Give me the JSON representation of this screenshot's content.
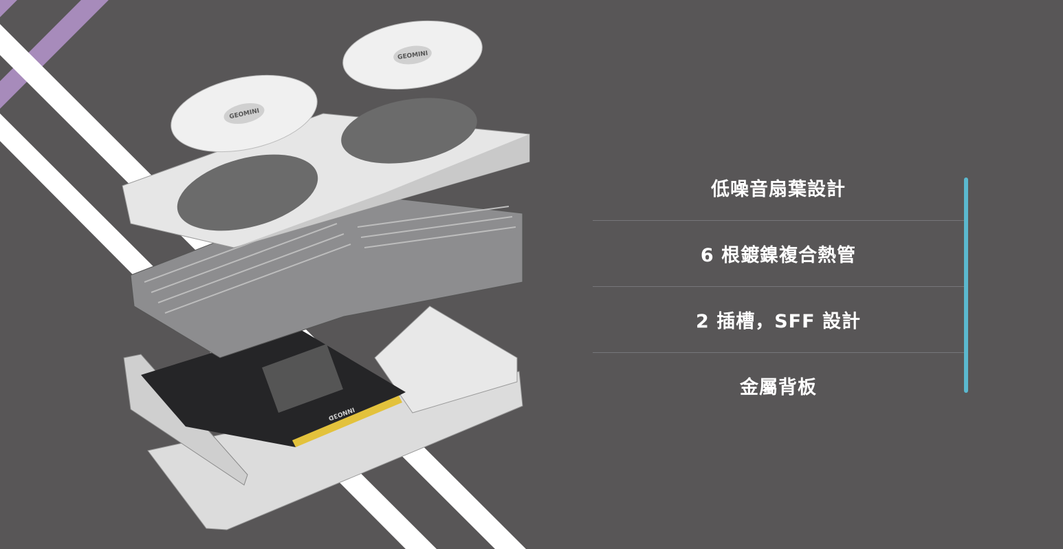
{
  "features": [
    {
      "label": "低噪音扇葉設計"
    },
    {
      "label": "6 根鍍鎳複合熱管"
    },
    {
      "label": "2 插槽，SFF 設計"
    },
    {
      "label": "金屬背板"
    }
  ],
  "product_image": {
    "fan_brand": "GEOMINI",
    "pcb_label": "INNO3D"
  },
  "colors": {
    "background": "#585657",
    "stripe_purple": "#a78bbb",
    "stripe_white": "#ffffff",
    "accent": "#5bb8cf"
  }
}
